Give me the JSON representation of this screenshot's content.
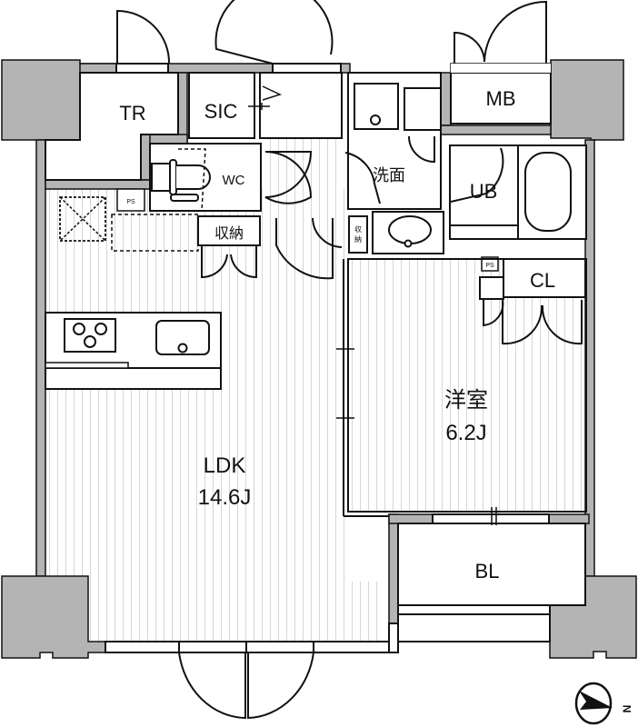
{
  "floorplan": {
    "rooms": {
      "tr": {
        "label": "TR"
      },
      "sic": {
        "label": "SIC"
      },
      "mb": {
        "label": "MB"
      },
      "wc": {
        "label": "WC"
      },
      "washroom": {
        "label": "洗面"
      },
      "ub": {
        "label": "UB"
      },
      "storage_left": {
        "label": "収納"
      },
      "storage_small": {
        "label_top": "収",
        "label_bottom": "納"
      },
      "cl": {
        "label": "CL"
      },
      "ldk": {
        "label": "LDK",
        "size": "14.6J"
      },
      "western_room": {
        "label": "洋室",
        "size": "6.2J"
      },
      "bl": {
        "label": "BL"
      }
    },
    "ps_labels": [
      "PS",
      "PS"
    ],
    "compass": {
      "icon": "north-arrow-icon",
      "label": "N"
    },
    "colors": {
      "wall": "#b4b4b4",
      "line": "#111111",
      "floor_stripe": "#dcdcdc",
      "background": "#ffffff"
    }
  }
}
